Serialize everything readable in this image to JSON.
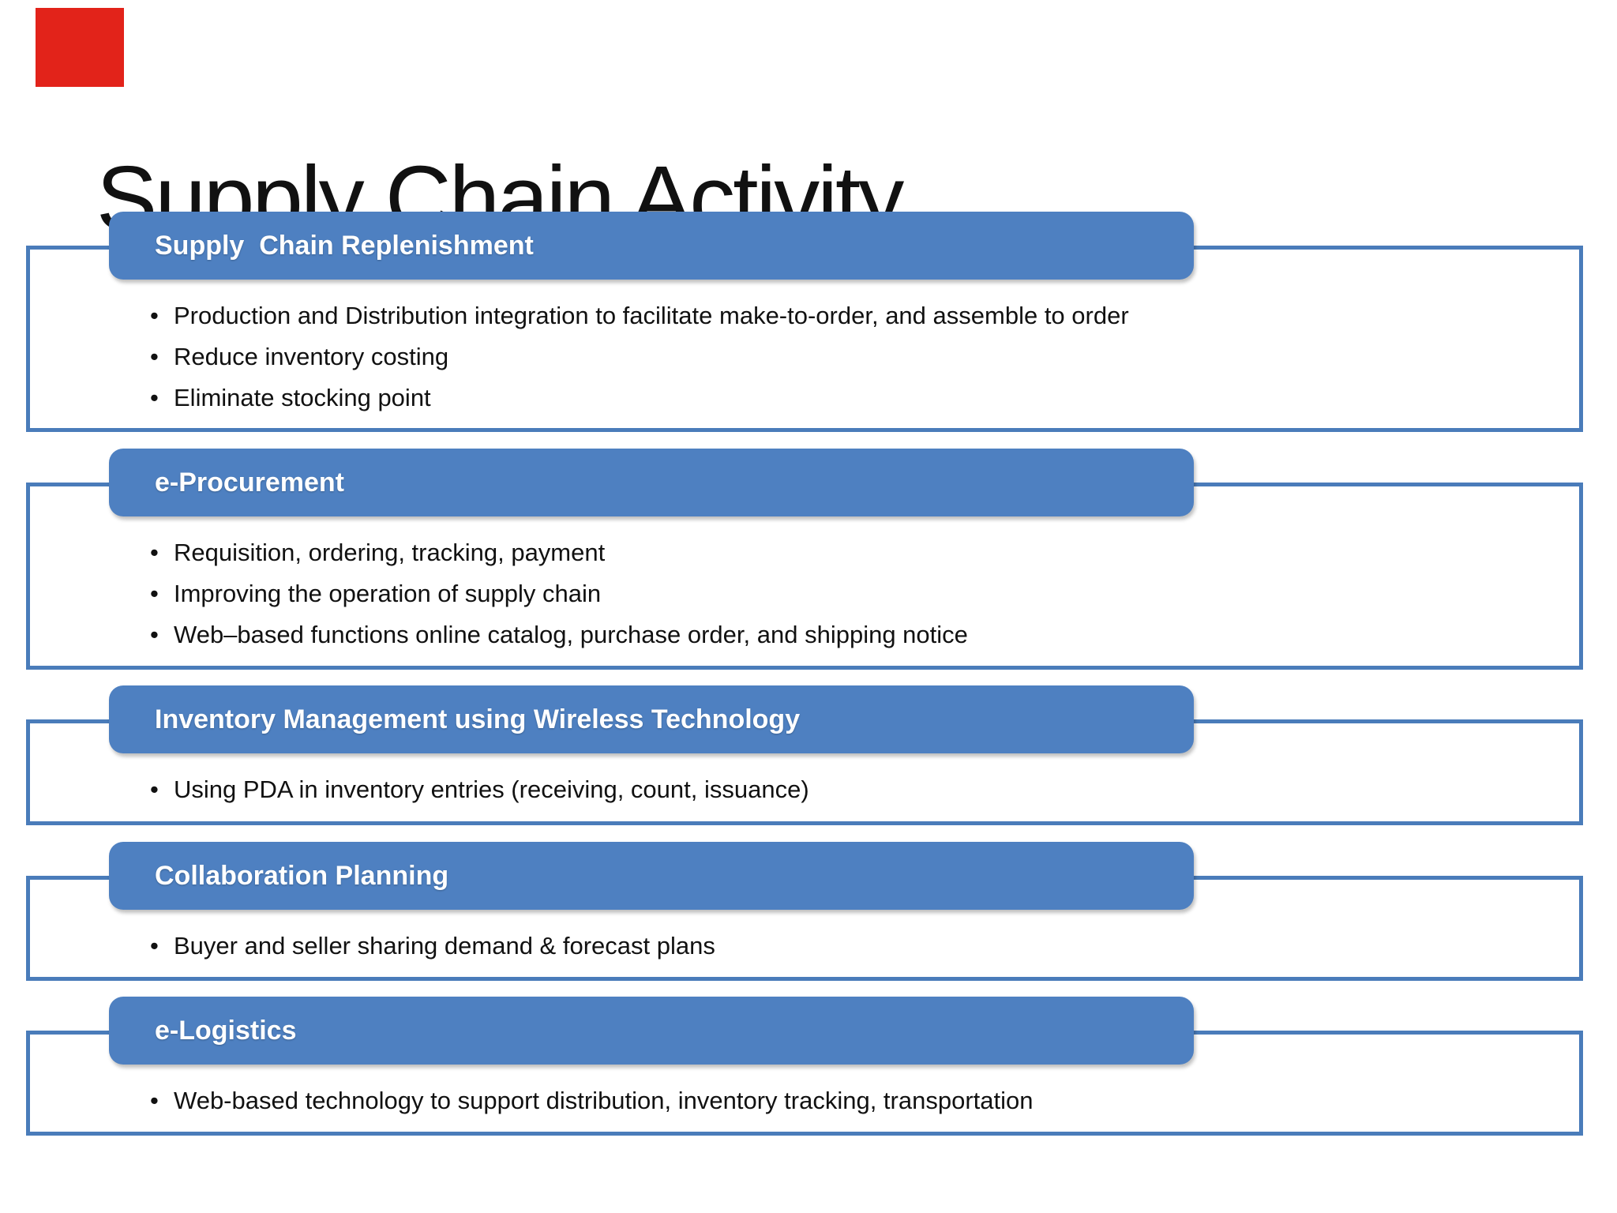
{
  "slide": {
    "title": "Supply Chain Activity",
    "bullet_char": "•",
    "colors": {
      "accent_blue": "#4e80c1",
      "border_blue": "#4a7cba",
      "text_black": "#111111",
      "marker_red": "#e2231a",
      "background": "#ffffff"
    }
  },
  "sections": [
    {
      "header": "Supply  Chain Replenishment",
      "bullets": [
        "Production and Distribution integration to facilitate make-to-order, and assemble to order",
        "Reduce inventory costing",
        "Eliminate stocking point"
      ]
    },
    {
      "header": "e-Procurement",
      "bullets": [
        "Requisition, ordering, tracking, payment",
        "Improving the operation of supply chain",
        "Web–based functions online catalog, purchase order, and shipping notice"
      ]
    },
    {
      "header": "Inventory Management using Wireless Technology",
      "bullets": [
        "Using PDA in inventory entries (receiving, count, issuance)"
      ]
    },
    {
      "header": "Collaboration Planning",
      "bullets": [
        "Buyer and seller sharing demand & forecast plans"
      ]
    },
    {
      "header": "e-Logistics",
      "bullets": [
        "Web-based technology to support distribution, inventory tracking, transportation"
      ]
    }
  ]
}
